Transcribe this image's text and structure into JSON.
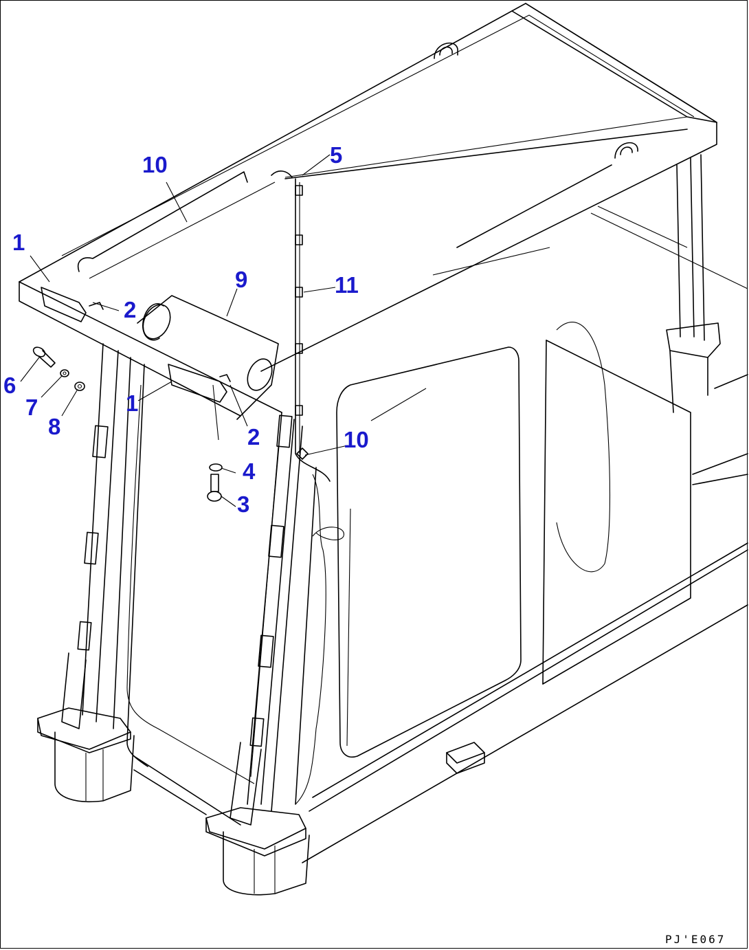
{
  "drawing_code": "PJ'E067",
  "callouts": [
    {
      "id": "c1a",
      "text": "1"
    },
    {
      "id": "c1b",
      "text": "1"
    },
    {
      "id": "c2a",
      "text": "2"
    },
    {
      "id": "c2b",
      "text": "2"
    },
    {
      "id": "c3",
      "text": "3"
    },
    {
      "id": "c4",
      "text": "4"
    },
    {
      "id": "c5",
      "text": "5"
    },
    {
      "id": "c6",
      "text": "6"
    },
    {
      "id": "c7",
      "text": "7"
    },
    {
      "id": "c8",
      "text": "8"
    },
    {
      "id": "c9",
      "text": "9"
    },
    {
      "id": "c10a",
      "text": "10"
    },
    {
      "id": "c10b",
      "text": "10"
    },
    {
      "id": "c11",
      "text": "11"
    }
  ]
}
